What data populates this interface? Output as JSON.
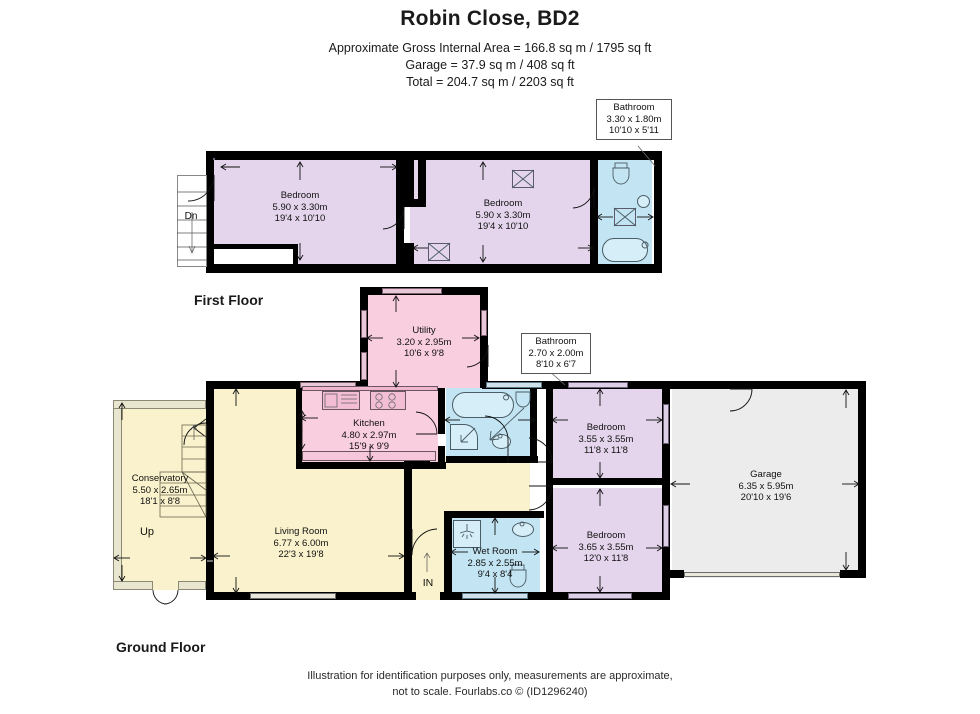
{
  "header": {
    "title": "Robin Close, BD2",
    "line1": "Approximate Gross Internal Area = 166.8 sq m / 1795 sq ft",
    "line2": "Garage = 37.9 sq m / 408 sq ft",
    "line3": "Total = 204.7 sq m / 2203 sq ft"
  },
  "floors": {
    "first_label": "First Floor",
    "ground_label": "Ground Floor"
  },
  "first_floor": {
    "bedroom_left": {
      "name": "Bedroom",
      "metric": "5.90 x 3.30m",
      "imperial": "19'4 x 10'10"
    },
    "bedroom_right": {
      "name": "Bedroom",
      "metric": "5.90 x 3.30m",
      "imperial": "19'4 x 10'10"
    },
    "bathroom_callout": {
      "name": "Bathroom",
      "metric": "3.30 x 1.80m",
      "imperial": "10'10 x 5'11"
    },
    "stairs_label": "Dn"
  },
  "ground_floor": {
    "utility": {
      "name": "Utility",
      "metric": "3.20 x 2.95m",
      "imperial": "10'6 x 9'8"
    },
    "bathroom_callout": {
      "name": "Bathroom",
      "metric": "2.70 x 2.00m",
      "imperial": "8'10 x 6'7"
    },
    "kitchen": {
      "name": "Kitchen",
      "metric": "4.80 x 2.97m",
      "imperial": "15'9 x 9'9"
    },
    "conservatory": {
      "name": "Conservatory",
      "metric": "5.50 x 2.65m",
      "imperial": "18'1 x 8'8"
    },
    "living_room": {
      "name": "Living Room",
      "metric": "6.77 x 6.00m",
      "imperial": "22'3 x 19'8"
    },
    "wet_room": {
      "name": "Wet Room",
      "metric": "2.85 x 2.55m",
      "imperial": "9'4 x 8'4"
    },
    "bedroom_upper": {
      "name": "Bedroom",
      "metric": "3.55 x 3.55m",
      "imperial": "11'8 x 11'8"
    },
    "bedroom_lower": {
      "name": "Bedroom",
      "metric": "3.65 x 3.55m",
      "imperial": "12'0 x 11'8"
    },
    "garage": {
      "name": "Garage",
      "metric": "6.35 x 5.95m",
      "imperial": "20'10 x 19'6"
    },
    "stairs_label": "Up",
    "entrance_label": "IN"
  },
  "footer": {
    "line1": "Illustration for identification purposes only, measurements are approximate,",
    "line2": "not to scale. Fourlabs.co © (ID1296240)"
  },
  "colors": {
    "bedroom": "#e4d5ec",
    "kitchen_utility": "#f9cede",
    "bathroom": "#c3e4f2",
    "living": "#faf2cc",
    "garage": "#ececec",
    "wall": "#000000"
  }
}
